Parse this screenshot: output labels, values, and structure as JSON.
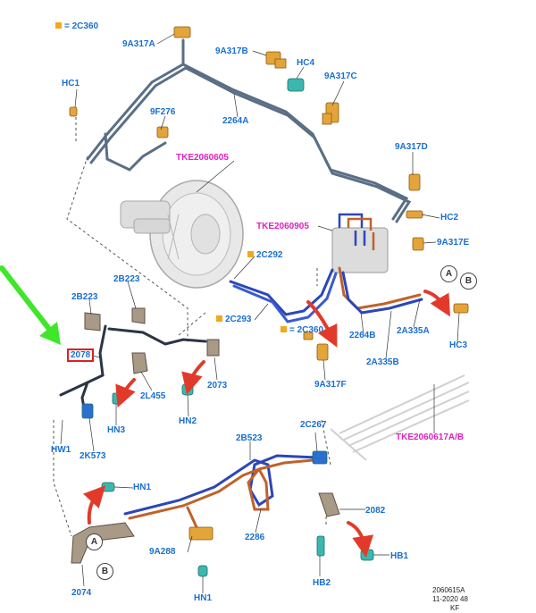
{
  "legend": {
    "marker_color": "#f2a81d",
    "items": [
      "= 2C360",
      "= 2C292",
      "= 2C293",
      "= 2C360"
    ]
  },
  "labels": {
    "a9A317A": "9A317A",
    "a9A317B": "9A317B",
    "HC4": "HC4",
    "a9A317C": "9A317C",
    "HC1": "HC1",
    "a9F276": "9F276",
    "a2264A": "2264A",
    "a9A317D": "9A317D",
    "TKE2060605": "TKE2060605",
    "TKE2060905": "TKE2060905",
    "HC2": "HC2",
    "a9A317E": "9A317E",
    "a2C292": "2C292",
    "a2B223_top": "2B223",
    "a2B223_left": "2B223",
    "a2C293": "2C293",
    "a2264B": "2264B",
    "a2A335A": "2A335A",
    "HC3": "HC3",
    "a2A335B": "2A335B",
    "a2078": "2078",
    "a2L455": "2L455",
    "a2073": "2073",
    "a9A317F": "9A317F",
    "HN3": "HN3",
    "HN2": "HN2",
    "HW1": "HW1",
    "a2K573": "2K573",
    "TKE2060617": "TKE2060617A/B",
    "a2C267": "2C267",
    "a2B523": "2B523",
    "HN1_top": "HN1",
    "a2082": "2082",
    "a2286": "2286",
    "a9A288": "9A288",
    "HB1": "HB1",
    "a2074": "2074",
    "HN1_bottom": "HN1",
    "HB2": "HB2"
  },
  "circles": {
    "A_top": "A",
    "B_top": "B",
    "A_bottom": "A",
    "B_bottom": "B"
  },
  "footer": {
    "line1": "2060615A",
    "line2": "11-2020 48",
    "line3": "KF"
  },
  "colors": {
    "label_blue": "#1a6fd0",
    "label_magenta": "#e020c0",
    "pipe_steel": "#5a6f86",
    "pipe_blue": "#2c46b8",
    "pipe_copper": "#c0622a",
    "part_orange": "#e3a43a",
    "part_teal": "#3cb7b0",
    "arrow_red": "#e23a2a",
    "pointer_green": "#3fe62a"
  }
}
